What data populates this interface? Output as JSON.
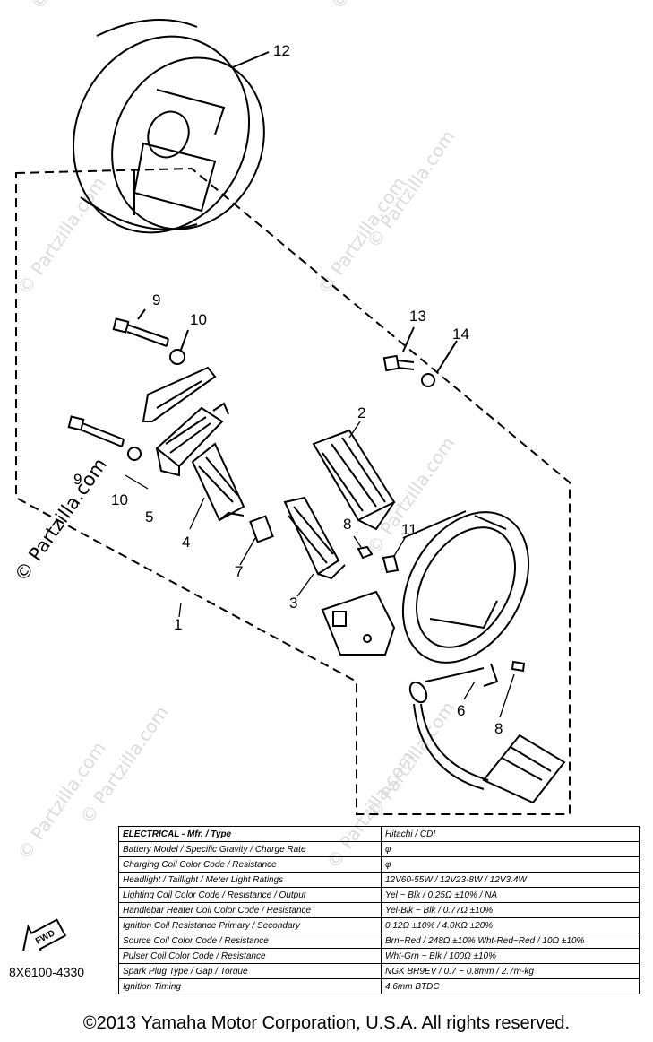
{
  "callouts": [
    "12",
    "9",
    "10",
    "13",
    "14",
    "2",
    "9",
    "10",
    "5",
    "4",
    "7",
    "8",
    "11",
    "3",
    "1",
    "6",
    "8"
  ],
  "watermarks": [
    "© Partzilla.com",
    "© Partzilla.com",
    "© Partzilla.com",
    "© Partzilla.com",
    "© Partzilla.com",
    "© Partzilla.com",
    "© Partzilla.com",
    "© Partzilla.com",
    "© Partzilla.com",
    "© Partzilla.com",
    "© Partzilla.com"
  ],
  "spec_table": {
    "rows": [
      {
        "label": "ELECTRICAL - Mfr. / Type",
        "value": "Hitachi / CDI"
      },
      {
        "label": "Battery Model / Specific Gravity / Charge Rate",
        "value": "φ"
      },
      {
        "label": "Charging Coil Color Code / Resistance",
        "value": "φ"
      },
      {
        "label": "Headlight / Taillight / Meter Light Ratings",
        "value": "12V60-55W / 12V23-8W / 12V3.4W"
      },
      {
        "label": "Lighting Coil Color Code / Resistance / Output",
        "value": "Yel ~ Blk / 0.25Ω ±10% / NA"
      },
      {
        "label": "Handlebar Heater Coil Color Code / Resistance",
        "value": "Yel-Blk ~ Blk / 0.77Ω ±10%"
      },
      {
        "label": "Ignition Coil Resistance Primary / Secondary",
        "value": "0.12Ω ±10% / 4.0KΩ ±20%"
      },
      {
        "label": "Source Coil Color Code / Resistance",
        "value": "Brn~Red / 248Ω ±10% Wht-Red~Red / 10Ω ±10%"
      },
      {
        "label": "Pulser Coil Color Code / Resistance",
        "value": "Wht-Grn ~ Blk / 100Ω ±10%"
      },
      {
        "label": "Spark Plug Type / Gap / Torque",
        "value": "NGK BR9EV / 0.7 ~ 0.8mm / 2.7m-kg"
      },
      {
        "label": "Ignition Timing",
        "value": "4.6mm BTDC"
      }
    ]
  },
  "fwd_label": "FWD",
  "part_code": "8X6100-4330",
  "copyright": "©2013  Yamaha Motor Corporation, U.S.A. All rights reserved."
}
